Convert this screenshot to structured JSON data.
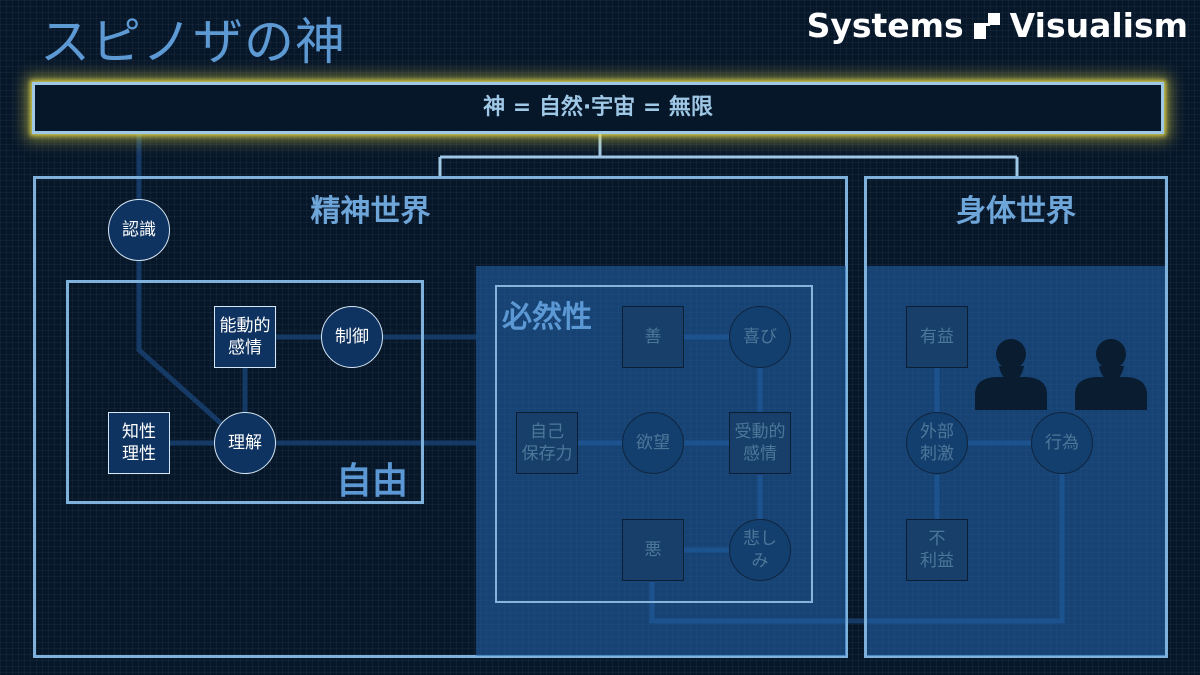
{
  "title": "スピノザの神",
  "brand": {
    "name_left": "Systems",
    "name_right": "Visualism"
  },
  "top_box": {
    "label": "神 = 自然·宇宙 = 無限"
  },
  "worlds": {
    "mind": "精神世界",
    "body": "身体世界"
  },
  "regions": {
    "freedom": "自由",
    "necessity": "必然性"
  },
  "nodes": {
    "recognition": "認識",
    "active_emotion": "能動的\n感情",
    "control": "制御",
    "intellect": "知性\n理性",
    "understanding": "理解",
    "good": "善",
    "joy": "喜び",
    "self_preservation": "自己\n保存力",
    "desire": "欲望",
    "passive_emotion": "受動的\n感情",
    "evil": "悪",
    "sadness": "悲し\nみ",
    "beneficial": "有益",
    "external_stimulus": "外部\n刺激",
    "action": "行為",
    "harmful": "不\n利益"
  },
  "colors": {
    "background": "#07172a",
    "accent_text": "#5c98d4",
    "border": "#7eb1dc",
    "glow": "#e0d646",
    "region_fill": "#2268b0",
    "lines": "#163a66"
  }
}
